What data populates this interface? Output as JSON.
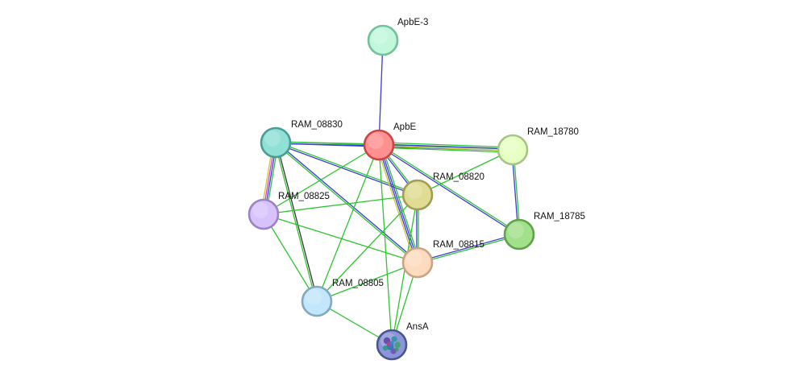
{
  "network": {
    "nodes": [
      {
        "id": "ApbE-3",
        "label": "ApbE-3",
        "fill": "#c2f7dc",
        "stroke": "#6fc39a"
      },
      {
        "id": "ApbE",
        "label": "ApbE",
        "fill": "#ff9090",
        "stroke": "#cc4545"
      },
      {
        "id": "RAM_08830",
        "label": "RAM_08830",
        "fill": "#91e0d6",
        "stroke": "#4a9d94"
      },
      {
        "id": "RAM_18780",
        "label": "RAM_18780",
        "fill": "#e6ffc2",
        "stroke": "#a7c487"
      },
      {
        "id": "RAM_08820",
        "label": "RAM_08820",
        "fill": "#e0dc94",
        "stroke": "#a19c55"
      },
      {
        "id": "RAM_08825",
        "label": "RAM_08825",
        "fill": "#d8c2fc",
        "stroke": "#9a84c6"
      },
      {
        "id": "RAM_18785",
        "label": "RAM_18785",
        "fill": "#a2e08c",
        "stroke": "#5fa24a"
      },
      {
        "id": "RAM_08815",
        "label": "RAM_08815",
        "fill": "#fddbbf",
        "stroke": "#c9a484"
      },
      {
        "id": "RAM_08805",
        "label": "RAM_08805",
        "fill": "#c2e6fb",
        "stroke": "#84a8bf"
      },
      {
        "id": "AnsA",
        "label": "AnsA",
        "fill": "#8c95d8",
        "stroke": "#4c5592",
        "icon": "protein-structure-icon"
      }
    ],
    "edges": [
      {
        "source": "ApbE-3",
        "target": "ApbE",
        "colors": [
          "#3a3ad6"
        ]
      },
      {
        "source": "RAM_08830",
        "target": "ApbE",
        "colors": [
          "#2fc42f",
          "#3a3ad6"
        ]
      },
      {
        "source": "RAM_08830",
        "target": "RAM_18780",
        "colors": [
          "#2fc42f",
          "#3a3ad6"
        ]
      },
      {
        "source": "RAM_08830",
        "target": "RAM_08820",
        "colors": [
          "#2fc42f",
          "#3a3ad6"
        ]
      },
      {
        "source": "RAM_08830",
        "target": "RAM_08825",
        "colors": [
          "#2fc42f",
          "#3a3ad6",
          "#d040d0",
          "#c8c832"
        ]
      },
      {
        "source": "RAM_08830",
        "target": "RAM_08815",
        "colors": [
          "#3a3ad6",
          "#2fc42f"
        ]
      },
      {
        "source": "RAM_08830",
        "target": "RAM_08805",
        "colors": [
          "#333333",
          "#2fc42f"
        ]
      },
      {
        "source": "ApbE",
        "target": "RAM_18780",
        "colors": [
          "#2fc42f",
          "#3a3ad6",
          "#c8c832",
          "#2fc42f"
        ]
      },
      {
        "source": "ApbE",
        "target": "RAM_08820",
        "colors": [
          "#2fc42f",
          "#3a3ad6"
        ]
      },
      {
        "source": "ApbE",
        "target": "RAM_08825",
        "colors": [
          "#2fc42f"
        ]
      },
      {
        "source": "ApbE",
        "target": "RAM_18785",
        "colors": [
          "#2fc42f",
          "#3a3ad6"
        ]
      },
      {
        "source": "ApbE",
        "target": "RAM_08815",
        "colors": [
          "#2fc42f",
          "#3a3ad6",
          "#3a3ad6",
          "#c8c832"
        ]
      },
      {
        "source": "ApbE",
        "target": "RAM_08805",
        "colors": [
          "#2fc42f"
        ]
      },
      {
        "source": "ApbE",
        "target": "AnsA",
        "colors": [
          "#2fc42f"
        ]
      },
      {
        "source": "RAM_18780",
        "target": "RAM_18785",
        "colors": [
          "#2fc42f",
          "#3a3ad6"
        ]
      },
      {
        "source": "RAM_18780",
        "target": "RAM_08820",
        "colors": [
          "#2fc42f"
        ]
      },
      {
        "source": "RAM_08820",
        "target": "RAM_08825",
        "colors": [
          "#2fc42f"
        ]
      },
      {
        "source": "RAM_08820",
        "target": "RAM_08815",
        "colors": [
          "#2fc42f",
          "#3a3ad6"
        ]
      },
      {
        "source": "RAM_08820",
        "target": "RAM_08805",
        "colors": [
          "#2fc42f"
        ]
      },
      {
        "source": "RAM_08820",
        "target": "AnsA",
        "colors": [
          "#2fc42f"
        ]
      },
      {
        "source": "RAM_08825",
        "target": "RAM_08815",
        "colors": [
          "#2fc42f"
        ]
      },
      {
        "source": "RAM_08825",
        "target": "RAM_08805",
        "colors": [
          "#2fc42f"
        ]
      },
      {
        "source": "RAM_18785",
        "target": "RAM_08815",
        "colors": [
          "#2fc42f",
          "#3a3ad6"
        ]
      },
      {
        "source": "RAM_08815",
        "target": "RAM_08805",
        "colors": [
          "#2fc42f"
        ]
      },
      {
        "source": "RAM_08815",
        "target": "AnsA",
        "colors": [
          "#2fc42f"
        ]
      },
      {
        "source": "RAM_08805",
        "target": "AnsA",
        "colors": [
          "#2fc42f"
        ]
      }
    ]
  }
}
